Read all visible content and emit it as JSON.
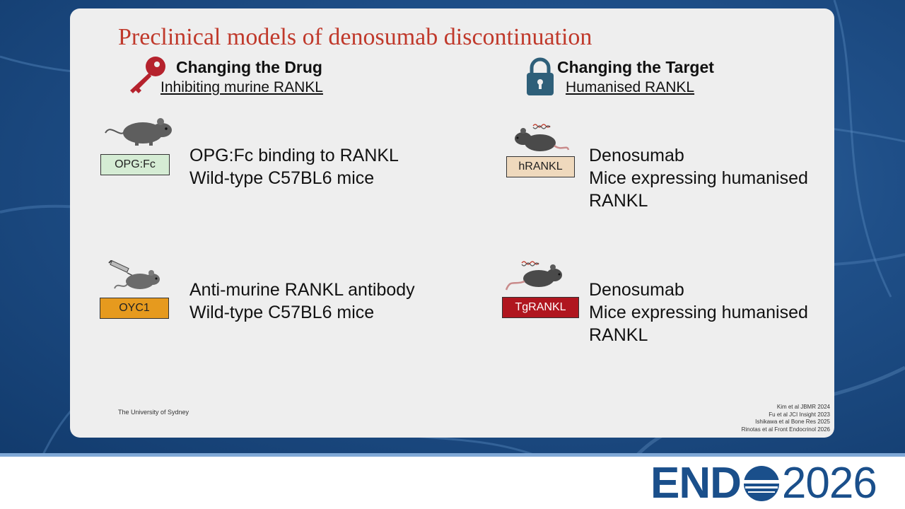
{
  "slide": {
    "title": "Preclinical models of denosumab discontinuation",
    "left": {
      "heading": "Changing the Drug",
      "subheading": "Inhibiting murine RANKL",
      "models": [
        {
          "label": "OPG:Fc",
          "label_color": "#d5ecd4",
          "line1": "OPG:Fc binding to RANKL",
          "line2": "Wild-type C57BL6 mice"
        },
        {
          "label": "OYC1",
          "label_color": "#e69a1e",
          "line1": "Anti-murine RANKL antibody",
          "line2": "Wild-type C57BL6 mice"
        }
      ]
    },
    "right": {
      "heading": "Changing the Target",
      "subheading": "Humanised RANKL",
      "models": [
        {
          "label": "hRANKL",
          "label_color": "#efd9bd",
          "line1": "Denosumab",
          "line2": "Mice expressing humanised",
          "line3": "RANKL"
        },
        {
          "label": "TgRANKL",
          "label_color": "#b0161f",
          "line1": "Denosumab",
          "line2": "Mice expressing humanised",
          "line3": "RANKL"
        }
      ]
    },
    "institution": "The University of Sydney",
    "references": [
      "Kim et al JBMR 2024",
      "Fu et al JCI Insight 2023",
      "Ishikawa et al Bone Res 2025",
      "Rinotas et al Front Endocrinol 2026"
    ]
  },
  "footer": {
    "brand": "END",
    "year": "2026"
  },
  "icons": [
    "key-icon",
    "padlock-icon",
    "mouse-icon",
    "mouse-syringe-icon",
    "transgenic-mouse-icon"
  ],
  "colors": {
    "title": "#c0392b",
    "key": "#b5222d",
    "padlock": "#2e5f79",
    "brand": "#1a4f8b"
  }
}
